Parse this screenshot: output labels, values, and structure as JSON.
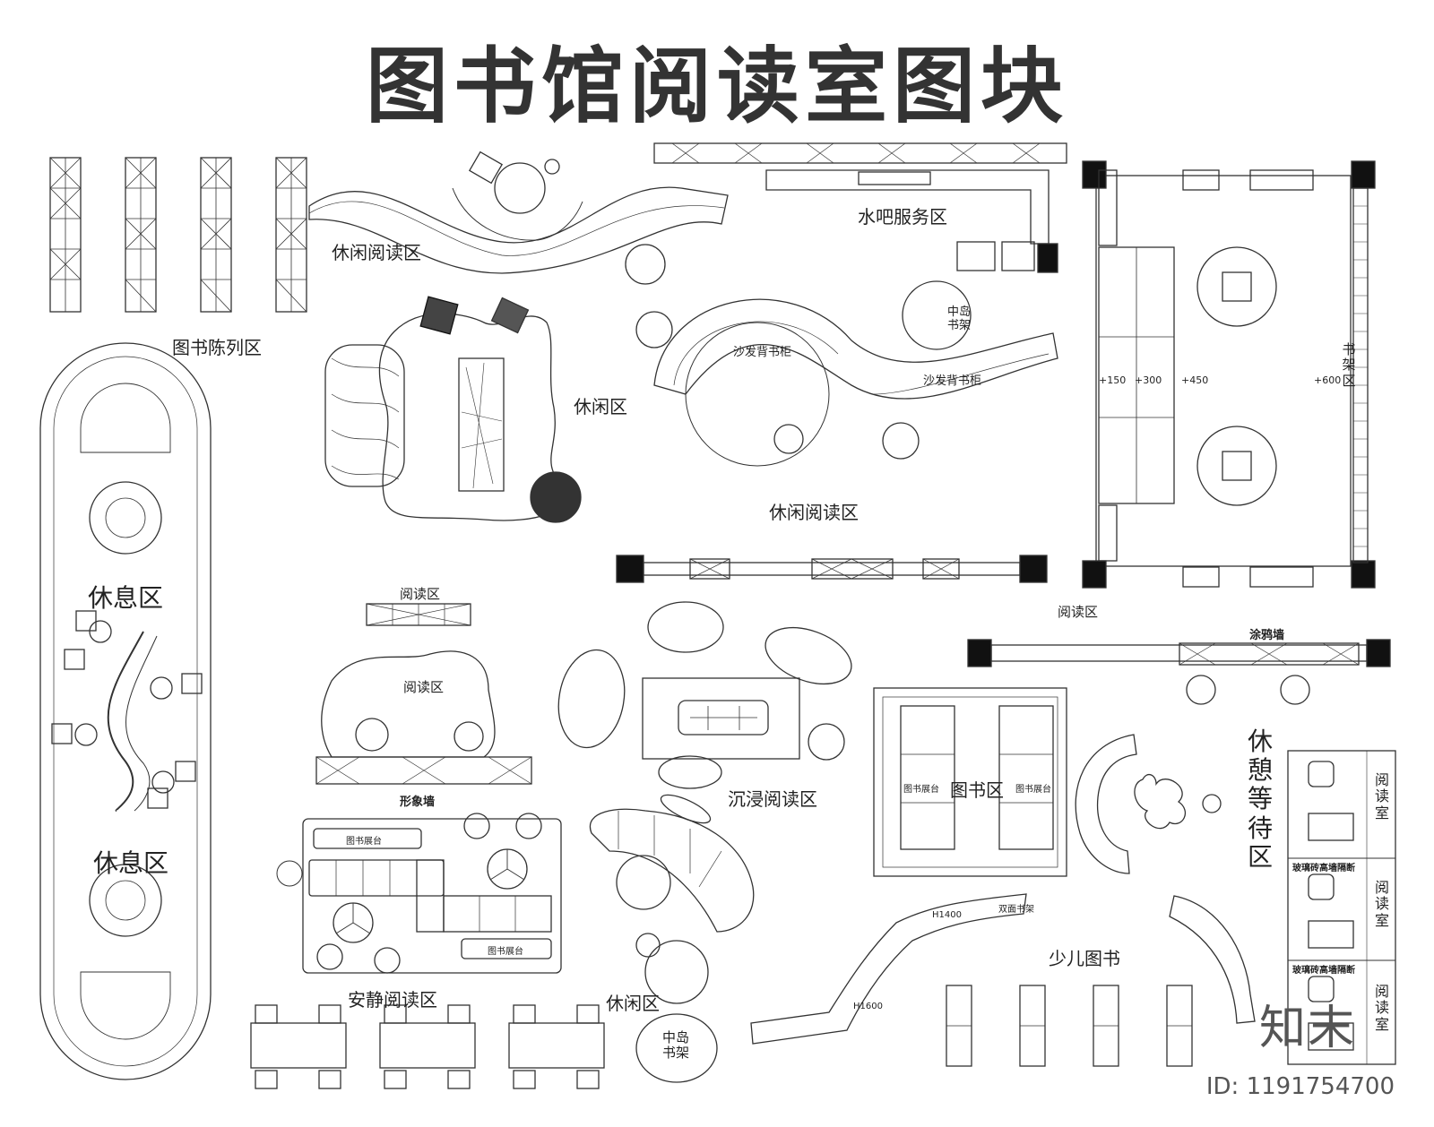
{
  "title": "图书馆阅读室图块",
  "zones": {
    "book_display": "图书陈列区",
    "leisure_reading_top": "休闲阅读区",
    "water_bar": "水吧服务区",
    "sofa_shelf_a": "沙发背书柜",
    "sofa_shelf_b": "沙发背书柜",
    "leisure_mid": "休闲区",
    "leisure_reading_mid": "休闲阅读区",
    "rest_a": "休息区",
    "rest_b": "休息区",
    "reading_a": "阅读区",
    "reading_b": "阅读区",
    "reading_c": "阅读区",
    "image_wall": "形象墙",
    "immersive": "沉浸阅读区",
    "book_area": "图书区",
    "display_a": "图书展台",
    "display_b": "图书展台",
    "display_c": "图书展台",
    "display_d": "图书展台",
    "graffiti_wall": "涂鸦墙",
    "rest_wait": "休憩等待区",
    "reading_room_a": "阅读室",
    "reading_room_b": "阅读室",
    "reading_room_c": "阅读室",
    "glass_partition_a": "玻璃砖高墙隔断",
    "glass_partition_b": "玻璃砖高墙隔断",
    "children": "少儿图书",
    "quiet_reading": "安静阅读区",
    "leisure_bottom": "休闲区",
    "island_a": "中岛书架",
    "island_b": "中岛书架",
    "shelf_area": "书架区",
    "double_shelf": "双面书架",
    "h1400": "H1400",
    "h1600": "H1600"
  },
  "levels": [
    "+150",
    "+300",
    "+450",
    "+600"
  ],
  "watermark": "知末",
  "id_label": "ID: 1191754700"
}
